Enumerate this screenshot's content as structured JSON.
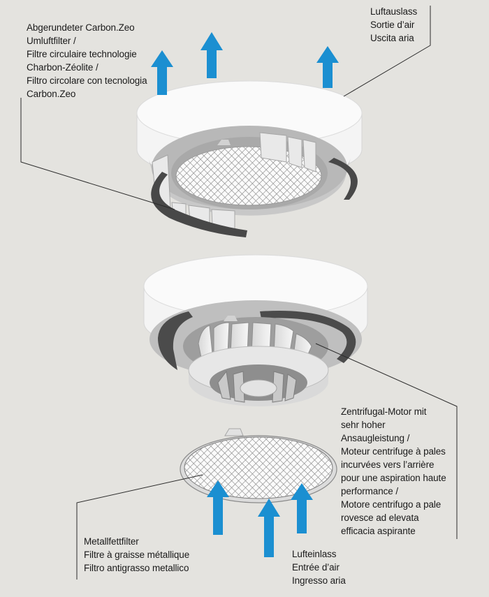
{
  "labels": {
    "carbon_filter": [
      "Abgerundeter Carbon.Zeo",
      "Umluftfilter /",
      "Filtre circulaire technologie",
      "Charbon-Zéolite /",
      "Filtro circolare con tecnologia",
      "Carbon.Zeo"
    ],
    "air_outlet": [
      "Luftauslass",
      "Sortie d’air",
      "Uscita aria"
    ],
    "motor": [
      "Zentrifugal-Motor mit",
      "sehr hoher",
      "Ansaugleistung /",
      "Moteur centrifuge à pales",
      "incurvées vers l’arrière",
      "pour une aspiration haute",
      "performance /",
      "Motore centrifugo a pale",
      "rovesce ad elevata",
      "efficacia aspirante"
    ],
    "grease_filter": [
      "Metallfettfilter",
      "Filtre à graisse métallique",
      "Filtro antigrasso metallico"
    ],
    "air_inlet": [
      "Lufteinlass",
      "Entrée d’air",
      "Ingresso aria"
    ]
  },
  "colors": {
    "background": "#e4e3df",
    "housing": "#f4f4f4",
    "recess": "#b9b9b9",
    "dark_slot": "#4b4b4b",
    "arrow": "#1b8fd1",
    "leader_line": "#2b2b2b"
  },
  "icons": {
    "airflow_arrow": "up-arrow",
    "filter_mesh": "cross-hatch-mesh"
  }
}
